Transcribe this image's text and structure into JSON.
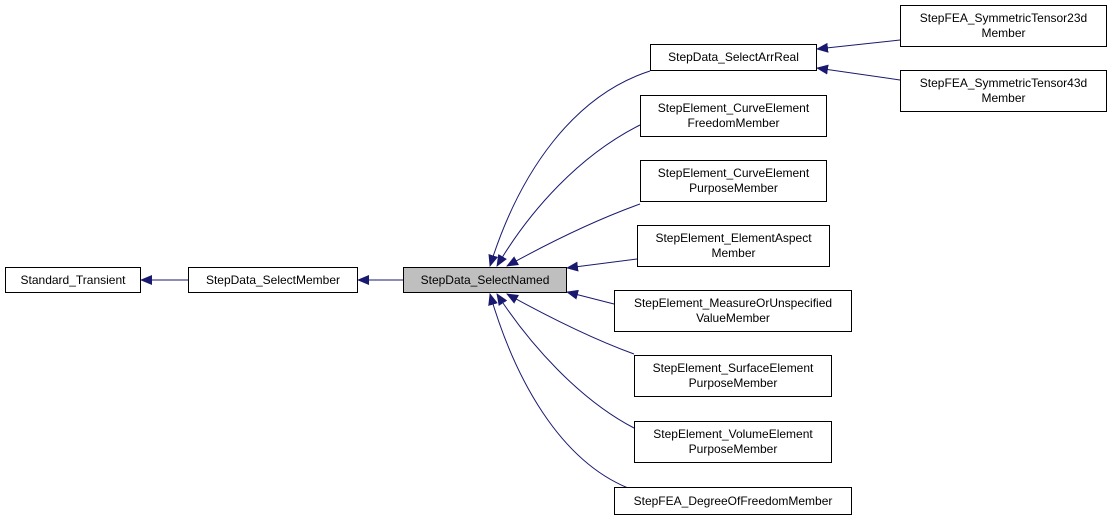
{
  "colors": {
    "edge": "#191970",
    "node_border": "#000000",
    "highlight_fill": "#bfbfbf"
  },
  "nodes": {
    "standard_transient": {
      "lines": [
        "Standard_Transient"
      ]
    },
    "select_member": {
      "lines": [
        "StepData_SelectMember"
      ]
    },
    "select_named": {
      "lines": [
        "StepData_SelectNamed"
      ]
    },
    "select_arr_real": {
      "lines": [
        "StepData_SelectArrReal"
      ]
    },
    "curve_freedom": {
      "lines": [
        "StepElement_CurveElement",
        "FreedomMember"
      ]
    },
    "curve_purpose": {
      "lines": [
        "StepElement_CurveElement",
        "PurposeMember"
      ]
    },
    "element_aspect": {
      "lines": [
        "StepElement_ElementAspect",
        "Member"
      ]
    },
    "measure_unspecified": {
      "lines": [
        "StepElement_MeasureOrUnspecified",
        "ValueMember"
      ]
    },
    "surface_purpose": {
      "lines": [
        "StepElement_SurfaceElement",
        "PurposeMember"
      ]
    },
    "volume_purpose": {
      "lines": [
        "StepElement_VolumeElement",
        "PurposeMember"
      ]
    },
    "dof_member": {
      "lines": [
        "StepFEA_DegreeOfFreedomMember"
      ]
    },
    "sym23": {
      "lines": [
        "StepFEA_SymmetricTensor23d",
        "Member"
      ]
    },
    "sym43": {
      "lines": [
        "StepFEA_SymmetricTensor43d",
        "Member"
      ]
    }
  }
}
